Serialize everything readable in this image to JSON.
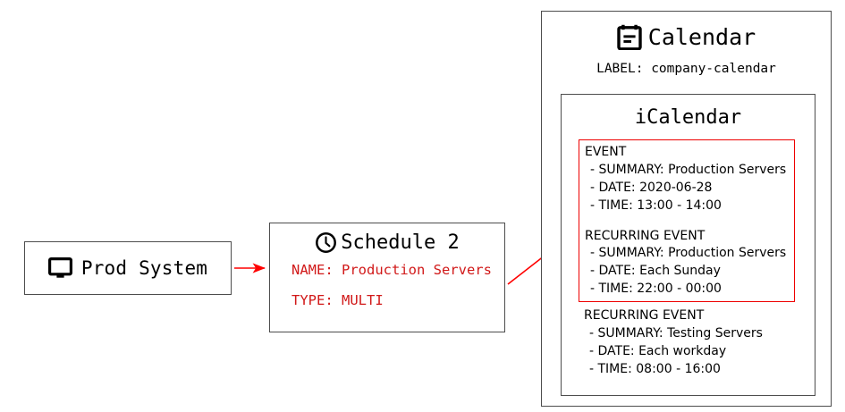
{
  "diagram": {
    "nodes": {
      "prod_system": {
        "title": "Prod System",
        "icon": "monitor-icon"
      },
      "schedule": {
        "title": "Schedule 2",
        "icon": "clock-icon",
        "attributes": [
          "NAME: Production Servers",
          "TYPE: MULTI"
        ],
        "attribute_color": "#d11919"
      },
      "calendar": {
        "title": "Calendar",
        "icon": "calendar-icon",
        "label": "LABEL: company-calendar",
        "icalendar": {
          "title": "iCalendar",
          "highlight_color": "#ee0000",
          "highlighted_events": [
            {
              "heading": "EVENT",
              "items": [
                "- SUMMARY: Production Servers",
                "- DATE: 2020-06-28",
                "- TIME: 13:00 - 14:00"
              ]
            },
            {
              "heading": "RECURRING EVENT",
              "items": [
                "- SUMMARY: Production Servers",
                "- DATE: Each Sunday",
                "- TIME: 22:00 - 00:00"
              ]
            }
          ],
          "other_events": [
            {
              "heading": "RECURRING EVENT",
              "items": [
                "- SUMMARY: Testing Servers",
                "- DATE: Each workday",
                "- TIME: 08:00 - 16:00"
              ]
            }
          ]
        }
      }
    },
    "edges": [
      {
        "id": "prod-to-schedule",
        "from": "prod_system",
        "to": "schedule",
        "color": "#ff0000"
      },
      {
        "id": "schedule-to-events",
        "from": "schedule",
        "to": "highlighted_events",
        "color": "#ff0000"
      }
    ]
  }
}
